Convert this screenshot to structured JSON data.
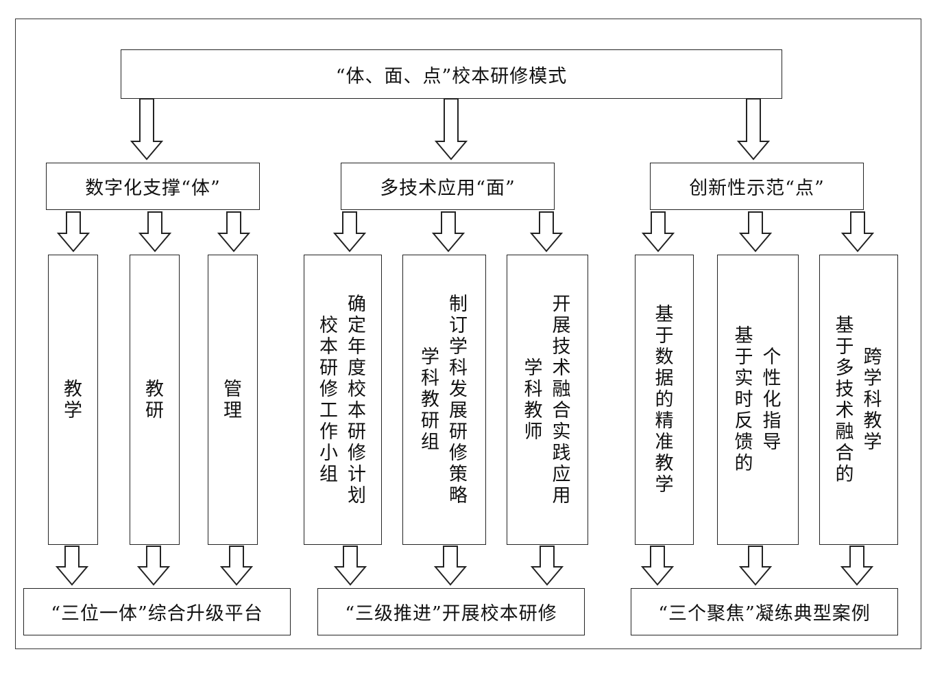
{
  "title": "“体、面、点”校本研修模式",
  "groups": [
    {
      "header": "数字化支撑“体”",
      "items": [
        [
          "教学"
        ],
        [
          "教研"
        ],
        [
          "管理"
        ]
      ],
      "footer": "“三位一体”综合升级平台"
    },
    {
      "header": "多技术应用“面”",
      "items": [
        [
          "确定年度校本研修计划",
          "校本研修工作小组"
        ],
        [
          "制订学科发展研修策略",
          "学科教研组"
        ],
        [
          "开展技术融合实践应用",
          "学科教师"
        ]
      ],
      "footer": "“三级推进”开展校本研修"
    },
    {
      "header": "创新性示范“点”",
      "items": [
        [
          "基于数据的精准教学"
        ],
        [
          "个性化指导",
          "基于实时反馈的"
        ],
        [
          "跨学科教学",
          "基于多技术融合的"
        ]
      ],
      "footer": "“三个聚焦”凝练典型案例"
    }
  ]
}
